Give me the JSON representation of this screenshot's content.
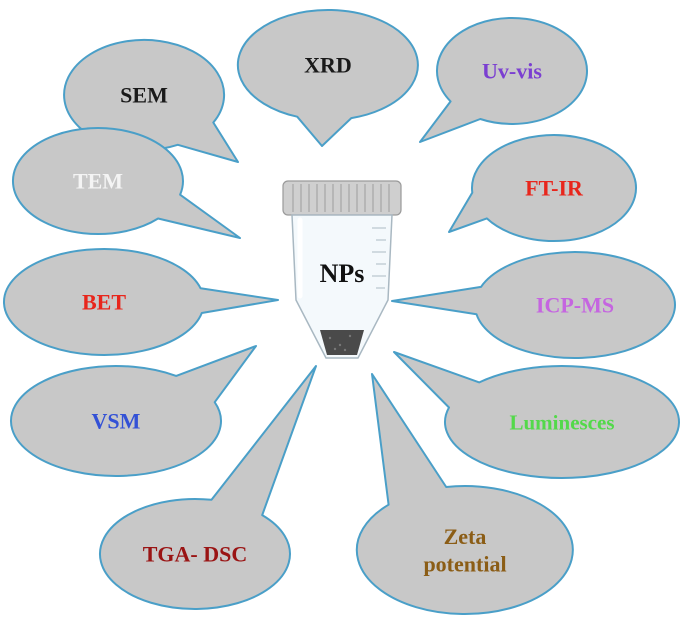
{
  "center": {
    "label": "NPs"
  },
  "bubbles": [
    {
      "id": "sem",
      "text": [
        "SEM"
      ],
      "color": "#1a1a1a"
    },
    {
      "id": "xrd",
      "text": [
        "XRD"
      ],
      "color": "#1a1a1a"
    },
    {
      "id": "uvvis",
      "text": [
        "Uv-vis"
      ],
      "color": "#7b3fd1"
    },
    {
      "id": "tem",
      "text": [
        "TEM"
      ],
      "color": "#f4f4f4"
    },
    {
      "id": "ftir",
      "text": [
        "FT-IR"
      ],
      "color": "#e8261c"
    },
    {
      "id": "bet",
      "text": [
        "BET"
      ],
      "color": "#e8261c"
    },
    {
      "id": "icpms",
      "text": [
        "ICP-MS"
      ],
      "color": "#c565e0"
    },
    {
      "id": "vsm",
      "text": [
        "VSM"
      ],
      "color": "#3351d6"
    },
    {
      "id": "lumin",
      "text": [
        "Luminesces"
      ],
      "color": "#53d94a"
    },
    {
      "id": "tga",
      "text": [
        "TGA- DSC"
      ],
      "color": "#9a1414"
    },
    {
      "id": "zeta",
      "text": [
        "Zeta",
        "potential"
      ],
      "color": "#8b5d16"
    }
  ],
  "colors": {
    "bubble_fill": "#c8c8c8",
    "bubble_stroke": "#4a9fc8",
    "tube_body": "#f4f9fc",
    "tube_cap": "#cfcfcf",
    "sediment": "#4a4a4a"
  }
}
